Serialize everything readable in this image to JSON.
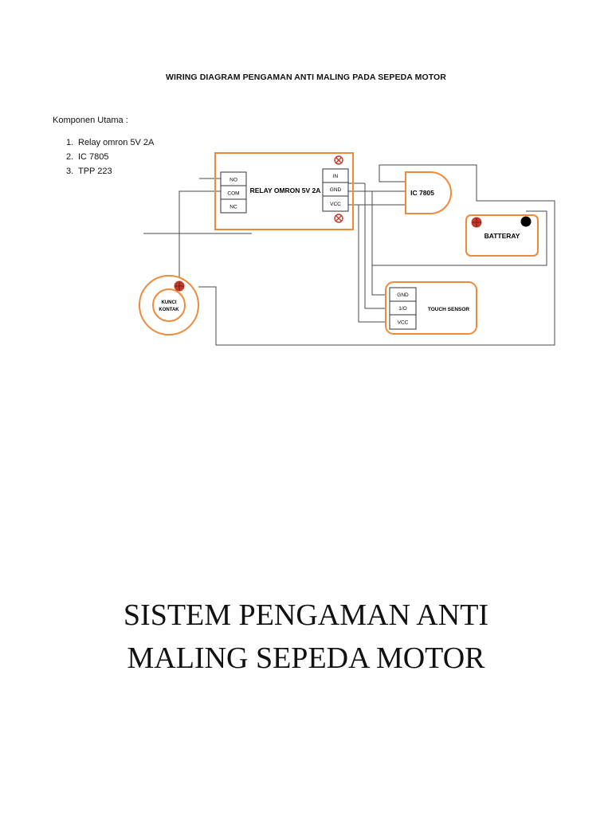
{
  "document": {
    "title": "WIRING DIAGRAM PENGAMAN ANTI MALING PADA SEPEDA MOTOR",
    "components_heading": "Komponen Utama :",
    "components": [
      {
        "num": "1.",
        "label": "Relay omron 5V 2A"
      },
      {
        "num": "2.",
        "label": "IC 7805"
      },
      {
        "num": "3.",
        "label": "TPP 223"
      }
    ],
    "big_title": {
      "line1": "SISTEM PENGAMAN ANTI",
      "line2": "MALING SEPEDA MOTOR"
    }
  },
  "diagram": {
    "relay": {
      "label": "RELAY OMRON 5V 2A",
      "left_pins": [
        "NO",
        "COM",
        "NC"
      ],
      "right_pins": [
        "IN",
        "GND",
        "VCC"
      ]
    },
    "regulator": {
      "label": "IC 7805"
    },
    "battery": {
      "label": "BATTERAY"
    },
    "touch_sensor": {
      "label": "TOUCH SENSOR",
      "pins": [
        "GND",
        "1/O",
        "VCC"
      ]
    },
    "ignition": {
      "label_line1": "KUNCI",
      "label_line2": "KONTAK"
    },
    "colors": {
      "component_outline": "#ee8a3a",
      "wire": "#4a4a4a",
      "terminal_fill": "#c0392b",
      "terminal_negative": "#000000"
    }
  }
}
